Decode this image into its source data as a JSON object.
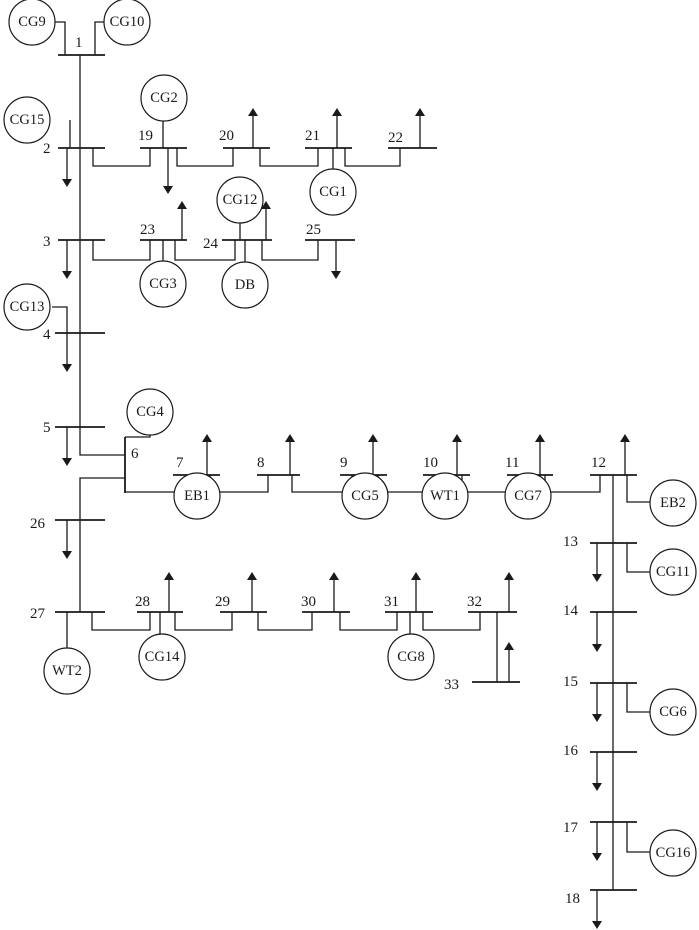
{
  "bus_labels": {
    "b1": "1",
    "b2": "2",
    "b3": "3",
    "b4": "4",
    "b5": "5",
    "b6": "6",
    "b7": "7",
    "b8": "8",
    "b9": "9",
    "b10": "10",
    "b11": "11",
    "b12": "12",
    "b13": "13",
    "b14": "14",
    "b15": "15",
    "b16": "16",
    "b17": "17",
    "b18": "18",
    "b19": "19",
    "b20": "20",
    "b21": "21",
    "b22": "22",
    "b23": "23",
    "b24": "24",
    "b25": "25",
    "b26": "26",
    "b27": "27",
    "b28": "28",
    "b29": "29",
    "b30": "30",
    "b31": "31",
    "b32": "32",
    "b33": "33"
  },
  "units": {
    "cg1": "CG1",
    "cg2": "CG2",
    "cg3": "CG3",
    "cg4": "CG4",
    "cg5": "CG5",
    "cg6": "CG6",
    "cg7": "CG7",
    "cg8": "CG8",
    "cg9": "CG9",
    "cg10": "CG10",
    "cg11": "CG11",
    "cg12": "CG12",
    "cg13": "CG13",
    "cg14": "CG14",
    "cg15": "CG15",
    "cg16": "CG16",
    "db": "DB",
    "eb1": "EB1",
    "eb2": "EB2",
    "wt1": "WT1",
    "wt2": "WT2"
  }
}
